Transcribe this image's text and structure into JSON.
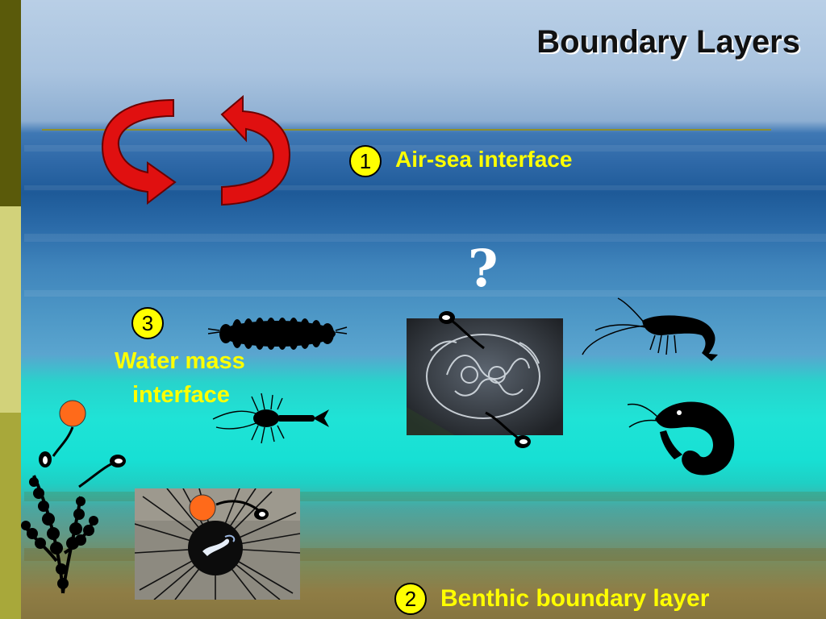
{
  "slide": {
    "title": "Boundary Layers",
    "question_mark": "?"
  },
  "boundaries": [
    {
      "number": "1",
      "label": "Air-sea interface"
    },
    {
      "number": "2",
      "label": "Benthic boundary layer"
    },
    {
      "number": "3",
      "label_line1": "Water mass",
      "label_line2": "interface"
    }
  ],
  "colors": {
    "badge_fill": "#ffff00",
    "label_text": "#ffff00",
    "arrow_red": "#e01010",
    "organism_silhouette": "#000000",
    "sphere_orange": "#ff6a1a",
    "sidebar_dark": "#5a5a0a",
    "sidebar_light": "#d2d27a"
  },
  "icons": [
    "circulation-arrows-icon",
    "isopod-silhouette-icon",
    "shrimp-silhouette-icon",
    "prawn-silhouette-icon",
    "copepod-silhouette-icon",
    "seaweed-silhouette-icon",
    "sperm-cell-icon",
    "orange-sphere-icon"
  ],
  "images": [
    "jellyfish-photo",
    "sea-urchin-photo"
  ]
}
